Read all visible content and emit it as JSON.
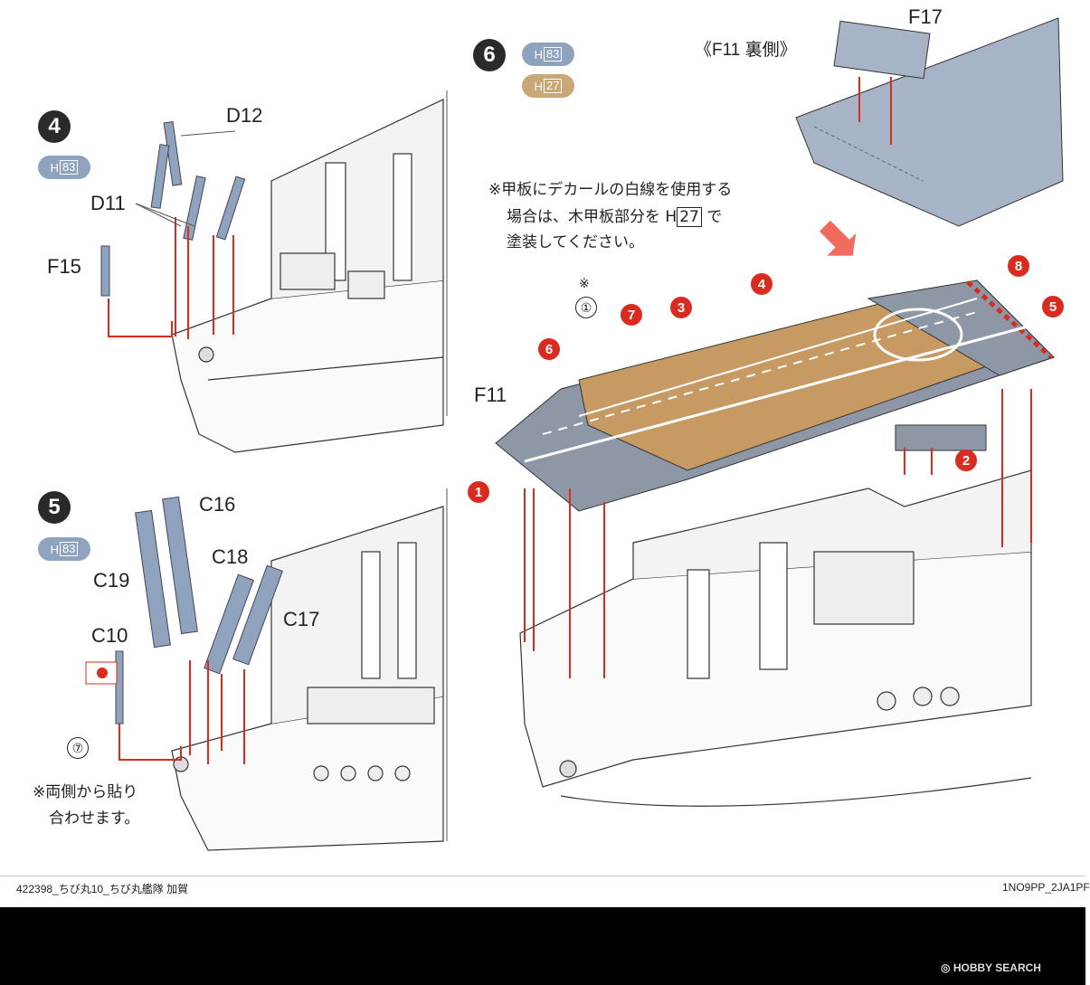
{
  "steps": {
    "s4": {
      "number": "4",
      "paint": {
        "code": "H",
        "num": "83"
      }
    },
    "s5": {
      "number": "5",
      "paint": {
        "code": "H",
        "num": "83"
      }
    },
    "s6": {
      "number": "6",
      "paints": [
        {
          "code": "H",
          "num": "83"
        },
        {
          "code": "H",
          "num": "27"
        }
      ]
    }
  },
  "parts": {
    "d12": "D12",
    "d11": "D11",
    "f15": "F15",
    "c16": "C16",
    "c19": "C19",
    "c18": "C18",
    "c17": "C17",
    "c10": "C10",
    "f17": "F17",
    "f11": "F11"
  },
  "step6": {
    "reverse_label": "《F11 裏側》",
    "note_mark": "※",
    "note": {
      "line1": "※甲板にデカールの白線を使用する",
      "line2_a": "場合は、木甲板部分を H",
      "line2_box": "27",
      "line2_b": " で",
      "line3": "塗装してください。"
    },
    "decals": {
      "d1": "1",
      "d2": "2",
      "d3": "3",
      "d4": "4",
      "d5": "5",
      "d6": "6",
      "d7": "7",
      "d8": "8"
    },
    "circle1": "①"
  },
  "step5": {
    "circle7": "⑦",
    "note_line1": "※両側から貼り",
    "note_line2": "合わせます。"
  },
  "footer": {
    "left": "422398_ちび丸10_ちび丸艦隊 加賀",
    "right": "1NO9PP_2JA1PF"
  },
  "watermark": "HOBBY SEARCH",
  "colors": {
    "arrow": "#d92b1f",
    "part": "#8fa3bf",
    "deck_wood": "#c79a64",
    "deck_gray": "#8d97a6"
  }
}
